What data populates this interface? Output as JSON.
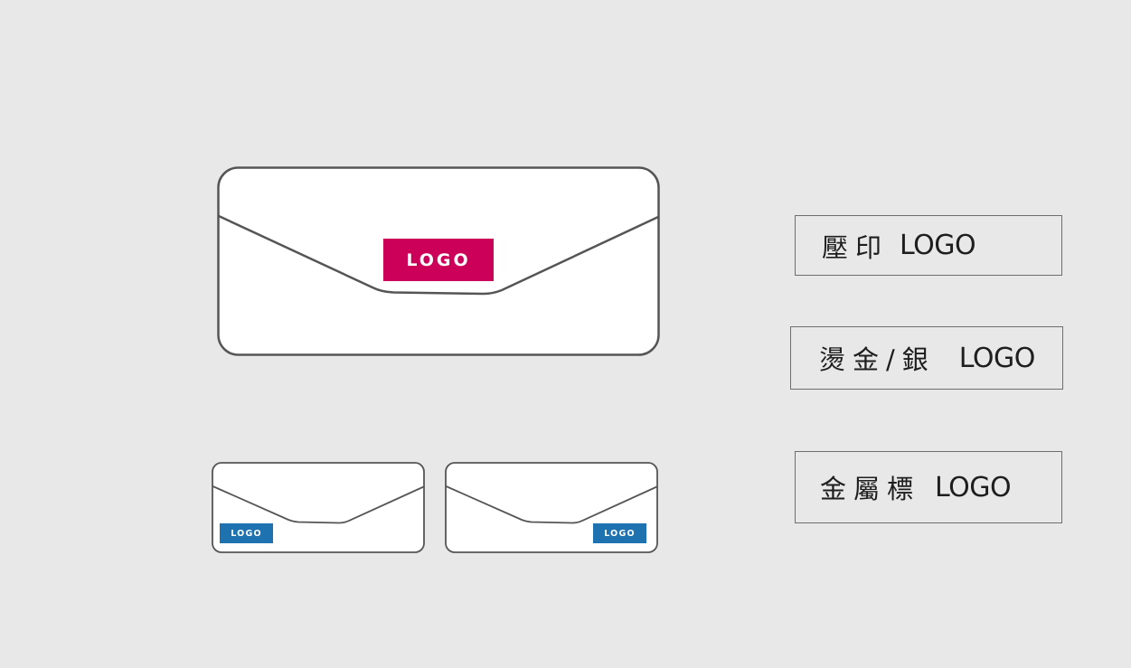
{
  "colors": {
    "background": "#e8e8e8",
    "envelope_fill": "#ffffff",
    "envelope_stroke": "#555555",
    "logo_magenta": "#cc0059",
    "logo_blue": "#1f72b0"
  },
  "envelopes": {
    "large": {
      "logo_text": "LOGO",
      "logo_position": "center"
    },
    "small_left": {
      "logo_text": "LOGO",
      "logo_position": "bottom-left"
    },
    "small_right": {
      "logo_text": "LOGO",
      "logo_position": "bottom-right"
    }
  },
  "labels": [
    {
      "cjk": "壓印",
      "latin": "LOGO"
    },
    {
      "cjk": "燙金/銀",
      "latin": "LOGO"
    },
    {
      "cjk": "金屬標",
      "latin": "LOGO"
    }
  ]
}
